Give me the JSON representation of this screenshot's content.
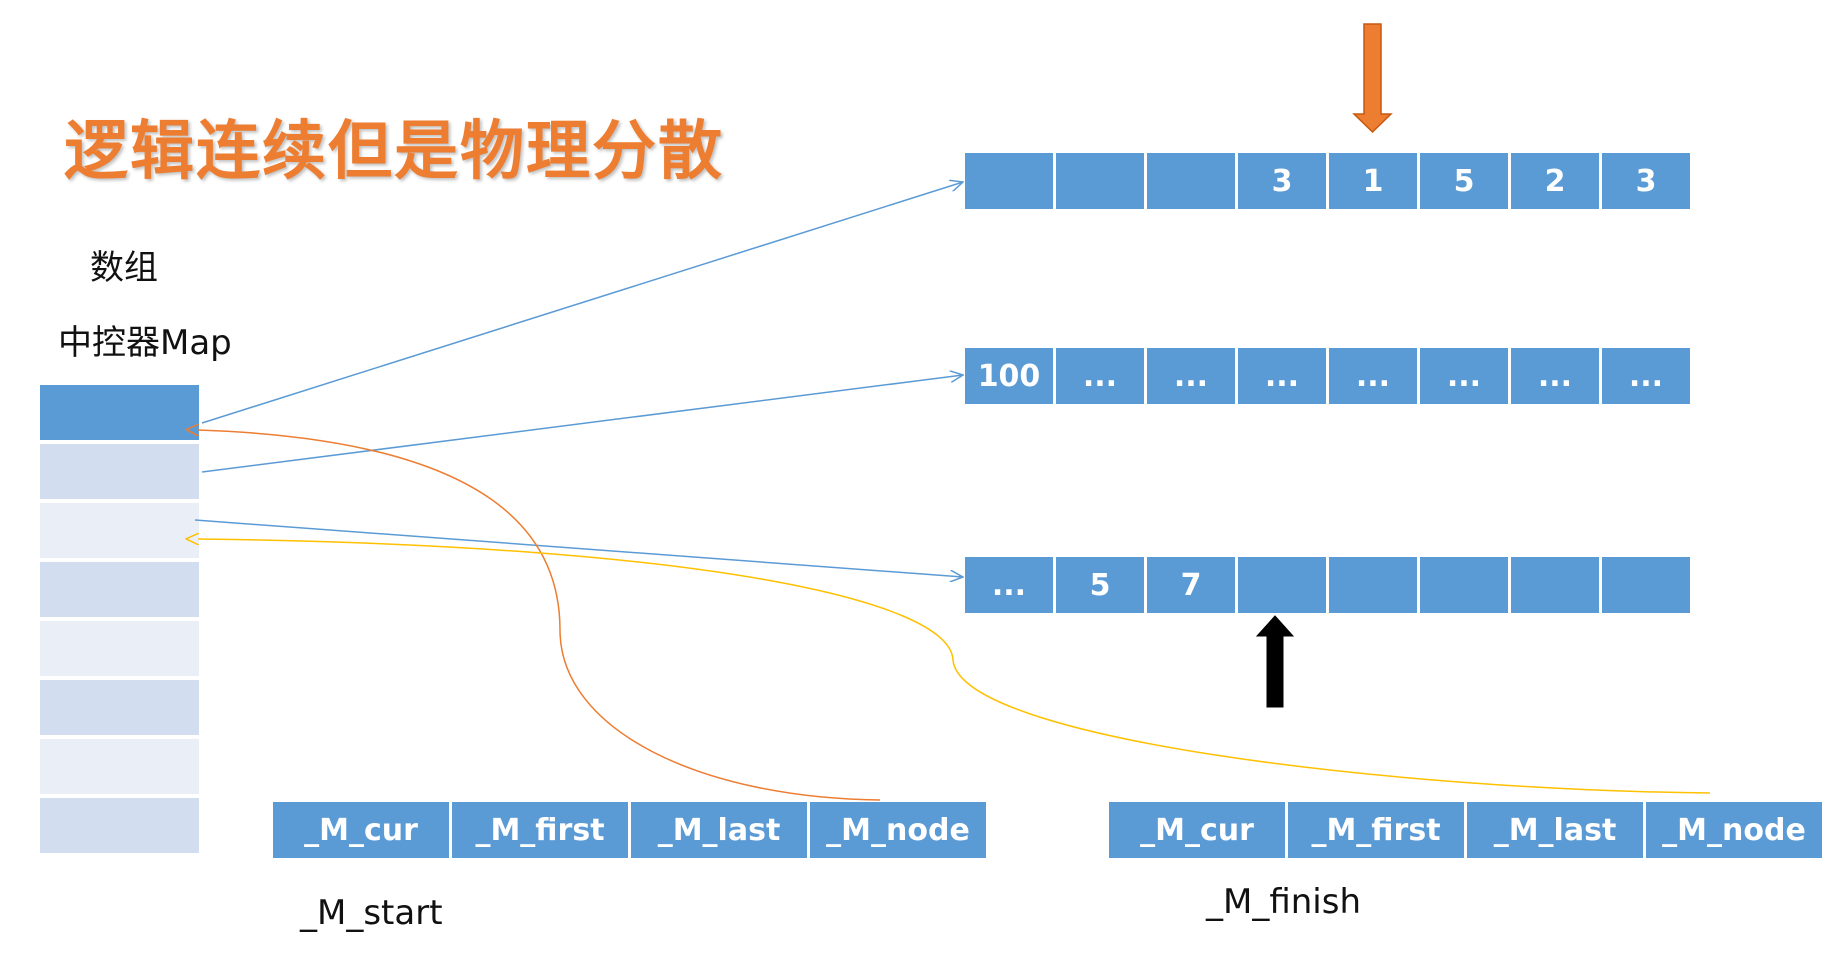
{
  "title": "逻辑连续但是物理分散",
  "labels": {
    "array": "数组",
    "map": "中控器Map",
    "start": "_M_start",
    "finish": "_M_finish"
  },
  "map_cells": [
    {
      "color": "#5B9BD5"
    },
    {
      "color": "#D2DEEF"
    },
    {
      "color": "#EAEFF7"
    },
    {
      "color": "#D2DEEF"
    },
    {
      "color": "#EAEFF7"
    },
    {
      "color": "#D2DEEF"
    },
    {
      "color": "#EAEFF7"
    },
    {
      "color": "#D2DEEF"
    }
  ],
  "buffers": [
    [
      "",
      "",
      "",
      "3",
      "1",
      "5",
      "2",
      "3"
    ],
    [
      "100",
      "...",
      "...",
      "...",
      "...",
      "...",
      "...",
      "..."
    ],
    [
      "...",
      "5",
      "7",
      "",
      "",
      "",
      "",
      ""
    ]
  ],
  "iterators": {
    "start": [
      "_M_cur",
      "_M_first",
      "_M_last",
      "_M_node"
    ],
    "finish": [
      "_M_cur",
      "_M_first",
      "_M_last",
      "_M_node"
    ]
  },
  "colors": {
    "title": "#ED7D31",
    "cell": "#5B9BD5",
    "blue_arrow": "#5B9BD5",
    "orange_arrow": "#ED7D31",
    "yellow_arrow": "#FFC000",
    "black_arrow": "#000000"
  }
}
